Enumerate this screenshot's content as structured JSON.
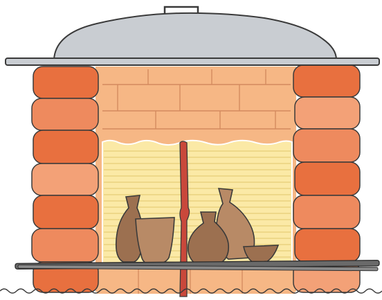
{
  "figure": {
    "subject": "kiln-cross-section",
    "parts": [
      "lid",
      "lid-handle",
      "brick-wall-left",
      "brick-wall-right",
      "firing-chamber",
      "chamber-heat-lines",
      "clay-pots",
      "central-support-post",
      "iron-bars",
      "ground-line"
    ],
    "colors": {
      "lid": "#c9cdd2",
      "brick_dark": "#e8703f",
      "brick_mid": "#ee8a5e",
      "brick_light": "#f3a177",
      "back_wall": "#f6b785",
      "chamber": "#fbe9a6",
      "chamber_lines": "#e7cd78",
      "pot_dark": "#9c7050",
      "pot_light": "#b88a66",
      "post": "#c9483b",
      "bar": "#6a6a6a",
      "outline": "#3a3a3a"
    }
  }
}
